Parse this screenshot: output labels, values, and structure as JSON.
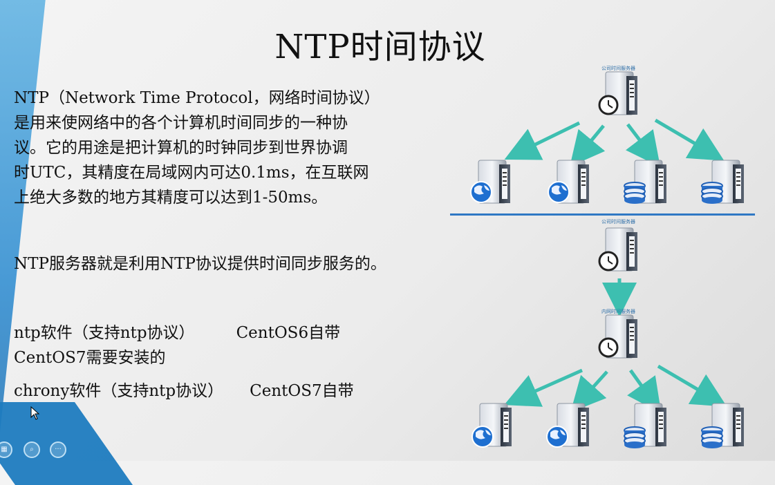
{
  "slide": {
    "title": "NTP时间协议",
    "paragraph1": "NTP（Network Time Protocol，网络时间协议）\n是用来使网络中的各个计算机时间同步的一种协\n议。它的用途是把计算机的时钟同步到世界协调\n时UTC，其精度在局域网内可达0.1ms，在互联网\n上绝大多数的地方其精度可以达到1-50ms。",
    "paragraph2": "NTP服务器就是利用NTP协议提供时间同步服务的。",
    "ntp_line1_left": "ntp软件（支持ntp协议）",
    "ntp_line1_right": "CentOS6自带",
    "ntp_line2": "CentOS7需要安装的",
    "chrony_left": "chrony软件（支持ntp协议）",
    "chrony_right": "CentOS7自带"
  },
  "diagram": {
    "top_server_caption": "公司时间服务器",
    "mid_server_caption": "公司时间服务器",
    "lower_server_caption": "内网时间服务器"
  },
  "taskbar": {
    "buttons": [
      "grid-icon",
      "zoom-icon",
      "more-icon"
    ],
    "more_label": "···"
  },
  "colors": {
    "arrow": "#3dbfb0",
    "divider": "#2f78c4",
    "accent": "#2a8ad0"
  }
}
